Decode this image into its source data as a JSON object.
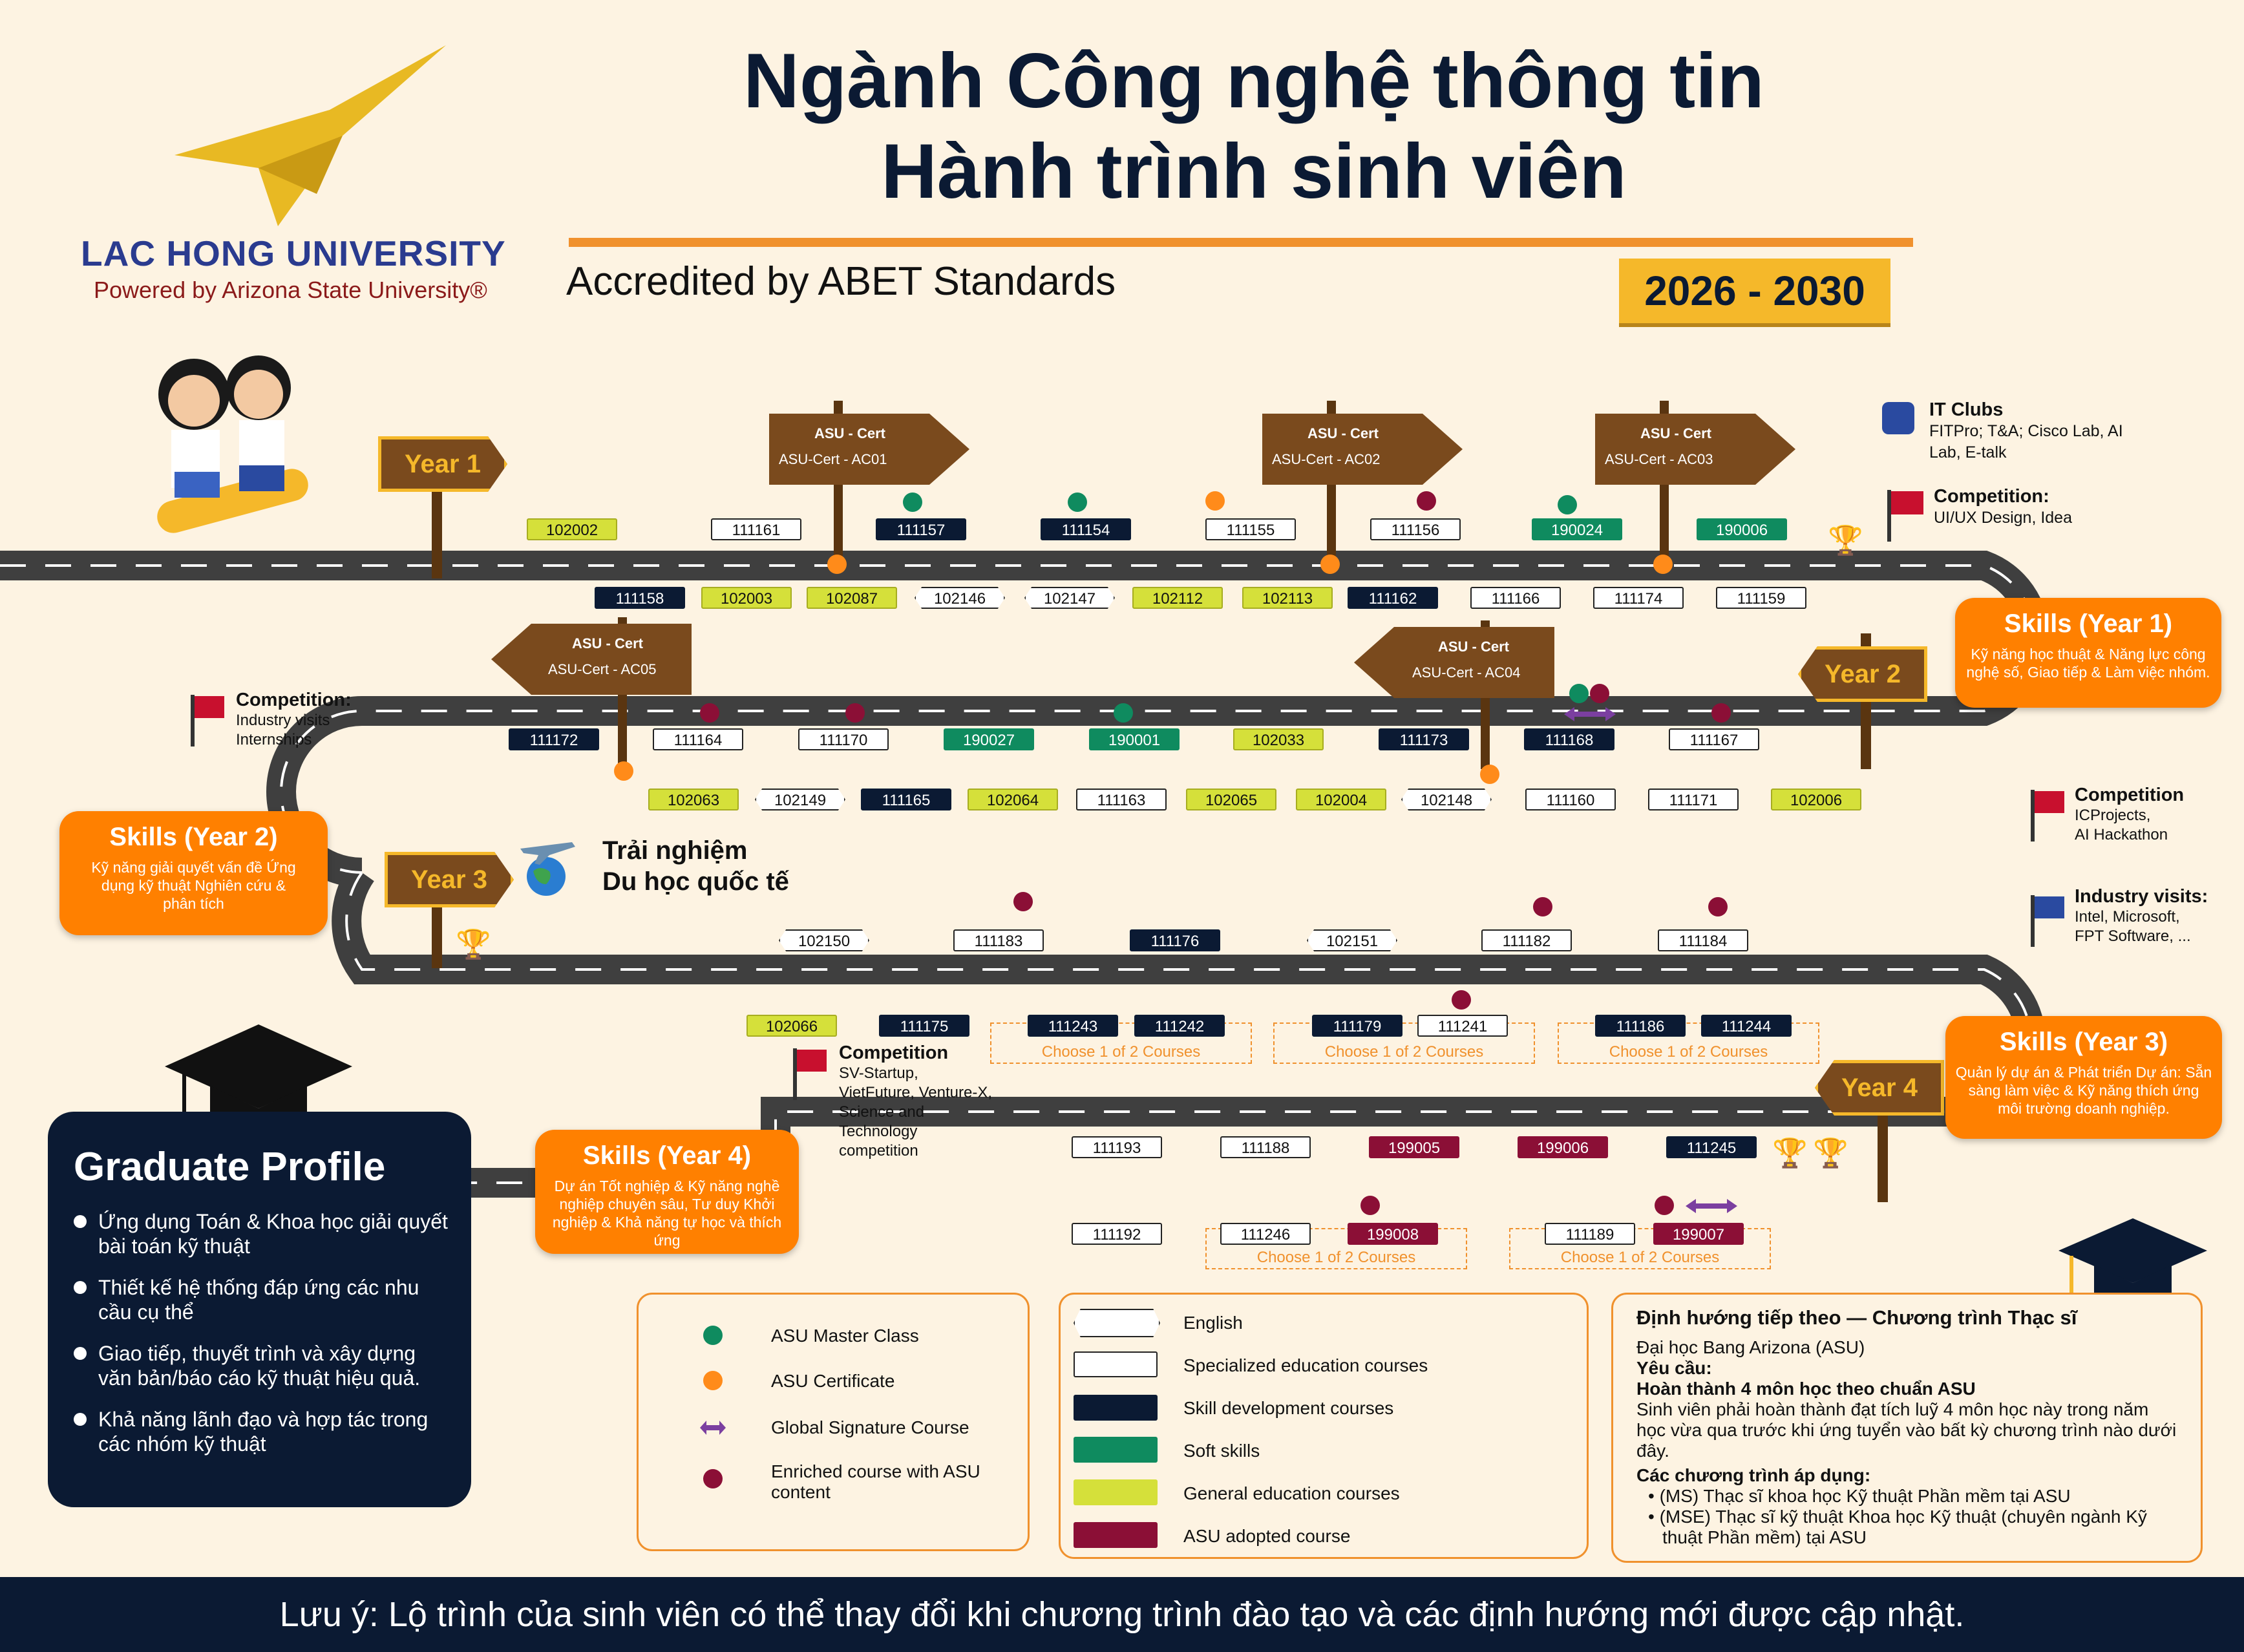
{
  "header": {
    "title1": "Ngành Công nghệ thông tin",
    "title2": "Hành trình sinh viên",
    "accredited": "Accredited by ABET Standards",
    "years": "2026 - 2030"
  },
  "logo": {
    "name": "LAC HONG UNIVERSITY",
    "powered": "Powered by Arizona State University®",
    "color": "#2a3b8f",
    "gold": "#e8b923"
  },
  "years": {
    "y1": "Year 1",
    "y2": "Year 2",
    "y3": "Year 3",
    "y4": "Year 4"
  },
  "certs": [
    {
      "title": "ASU - Cert",
      "code": "ASU-Cert - AC01"
    },
    {
      "title": "ASU - Cert",
      "code": "ASU-Cert - AC02"
    },
    {
      "title": "ASU - Cert",
      "code": "ASU-Cert - AC03"
    },
    {
      "title": "ASU - Cert",
      "code": "ASU-Cert - AC05"
    },
    {
      "title": "ASU - Cert",
      "code": "ASU-Cert - AC04"
    }
  ],
  "courses": {
    "r1a": [
      "102002",
      "111161",
      "111157",
      "111154",
      "111155",
      "111156",
      "190024",
      "190006"
    ],
    "r1b": [
      "111158",
      "102003",
      "102087",
      "102146",
      "102147",
      "102112",
      "102113",
      "111162",
      "111166",
      "111174",
      "111159"
    ],
    "r2a": [
      "111172",
      "111164",
      "111170",
      "190027",
      "190001",
      "102033",
      "111173",
      "111168",
      "111167"
    ],
    "r2b": [
      "102063",
      "102149",
      "111165",
      "102064",
      "111163",
      "102065",
      "102004",
      "102148",
      "111160",
      "111171",
      "102006"
    ],
    "r3a": [
      "102150",
      "111183",
      "111176",
      "102151",
      "111182",
      "111184"
    ],
    "r3b": [
      "102066",
      "111175",
      "111243",
      "111242",
      "111179",
      "111241",
      "111186",
      "111244"
    ],
    "r4a": [
      "111193",
      "111188",
      "199005",
      "199006",
      "111245"
    ],
    "r4b": [
      "111192",
      "111246",
      "199008",
      "111189",
      "199007"
    ]
  },
  "choose": "Choose 1 of 2 Courses",
  "skills": [
    {
      "title": "Skills (Year 1)",
      "desc": "Kỹ năng học thuật & Năng lực công nghệ số, Giao tiếp & Làm việc nhóm."
    },
    {
      "title": "Skills (Year 2)",
      "desc": "Kỹ năng giải quyết vấn đề Ứng dụng kỹ thuật Nghiên cứu & phân tích"
    },
    {
      "title": "Skills (Year 3)",
      "desc": "Quản lý dự án & Phát triển Dự án: Sẵn sàng làm việc & Kỹ năng thích ứng môi trường doanh nghiệp."
    },
    {
      "title": "Skills (Year 4)",
      "desc": "Dự án Tốt nghiệp & Kỹ năng nghề nghiệp chuyên sâu, Tư duy Khởi nghiệp & Khả năng tự học và thích ứng"
    }
  ],
  "side": {
    "clubs_t": "IT Clubs",
    "clubs_d": "FITPro; T&A; Cisco Lab, AI Lab, E-talk",
    "comp1_t": "Competition:",
    "comp1_d": "UI/UX Design, Idea",
    "comp2_t": "Competition:",
    "comp2_d1": "Industry visits",
    "comp2_d2": "Internships",
    "comp3_t": "Competition",
    "comp3_d1": "ICProjects,",
    "comp3_d2": "AI Hackathon",
    "visit_t": "Industry visits:",
    "visit_d1": "Intel, Microsoft,",
    "visit_d2": "FPT Software, ...",
    "study_1": "Trải nghiệm",
    "study_2": "Du học quốc tế",
    "comp4_t": "Competition",
    "comp4_d": "SV-Startup, VietFuture, Venture-X, Science and Technology competition"
  },
  "graduate": {
    "title": "Graduate Profile",
    "items": [
      "Ứng dụng Toán & Khoa học giải quyết bài toán kỹ thuật",
      "Thiết kế hệ thống đáp ứng các nhu cầu cụ thể",
      "Giao tiếp, thuyết trình và xây dựng văn bản/báo cáo kỹ thuật hiệu quả.",
      "Khả năng lãnh đạo và hợp tác trong các nhóm kỹ thuật"
    ]
  },
  "legend1": [
    "ASU Master Class",
    "ASU Certificate",
    "Global Signature Course",
    "Enriched course with ASU content"
  ],
  "legend2": [
    "English",
    "Specialized education courses",
    "Skill development courses",
    "Soft skills",
    "General education courses",
    "ASU adopted course"
  ],
  "master": {
    "title": "Định hướng tiếp theo — Chương trình Thạc sĩ",
    "uni": "Đại học Bang Arizona (ASU)",
    "req_t": "Yêu cầu:",
    "req_b": "Hoàn thành 4 môn học theo chuẩn ASU",
    "req_d": "Sinh viên phải hoàn thành đạt tích luỹ 4 môn học này trong năm học vừa qua trước khi ứng tuyển vào bất kỳ chương trình nào dưới đây.",
    "prog_t": "Các chương trình áp dụng:",
    "prog": [
      "(MS) Thạc sĩ khoa học Kỹ thuật Phần mềm tại ASU",
      "(MSE) Thạc sĩ kỹ thuật Khoa học Kỹ thuật (chuyên ngành Kỹ thuật Phần mềm) tại ASU"
    ]
  },
  "footer": "Lưu ý: Lộ trình của sinh viên có thể thay đổi khi chương trình đào tạo và các định hướng mới được cập nhật."
}
